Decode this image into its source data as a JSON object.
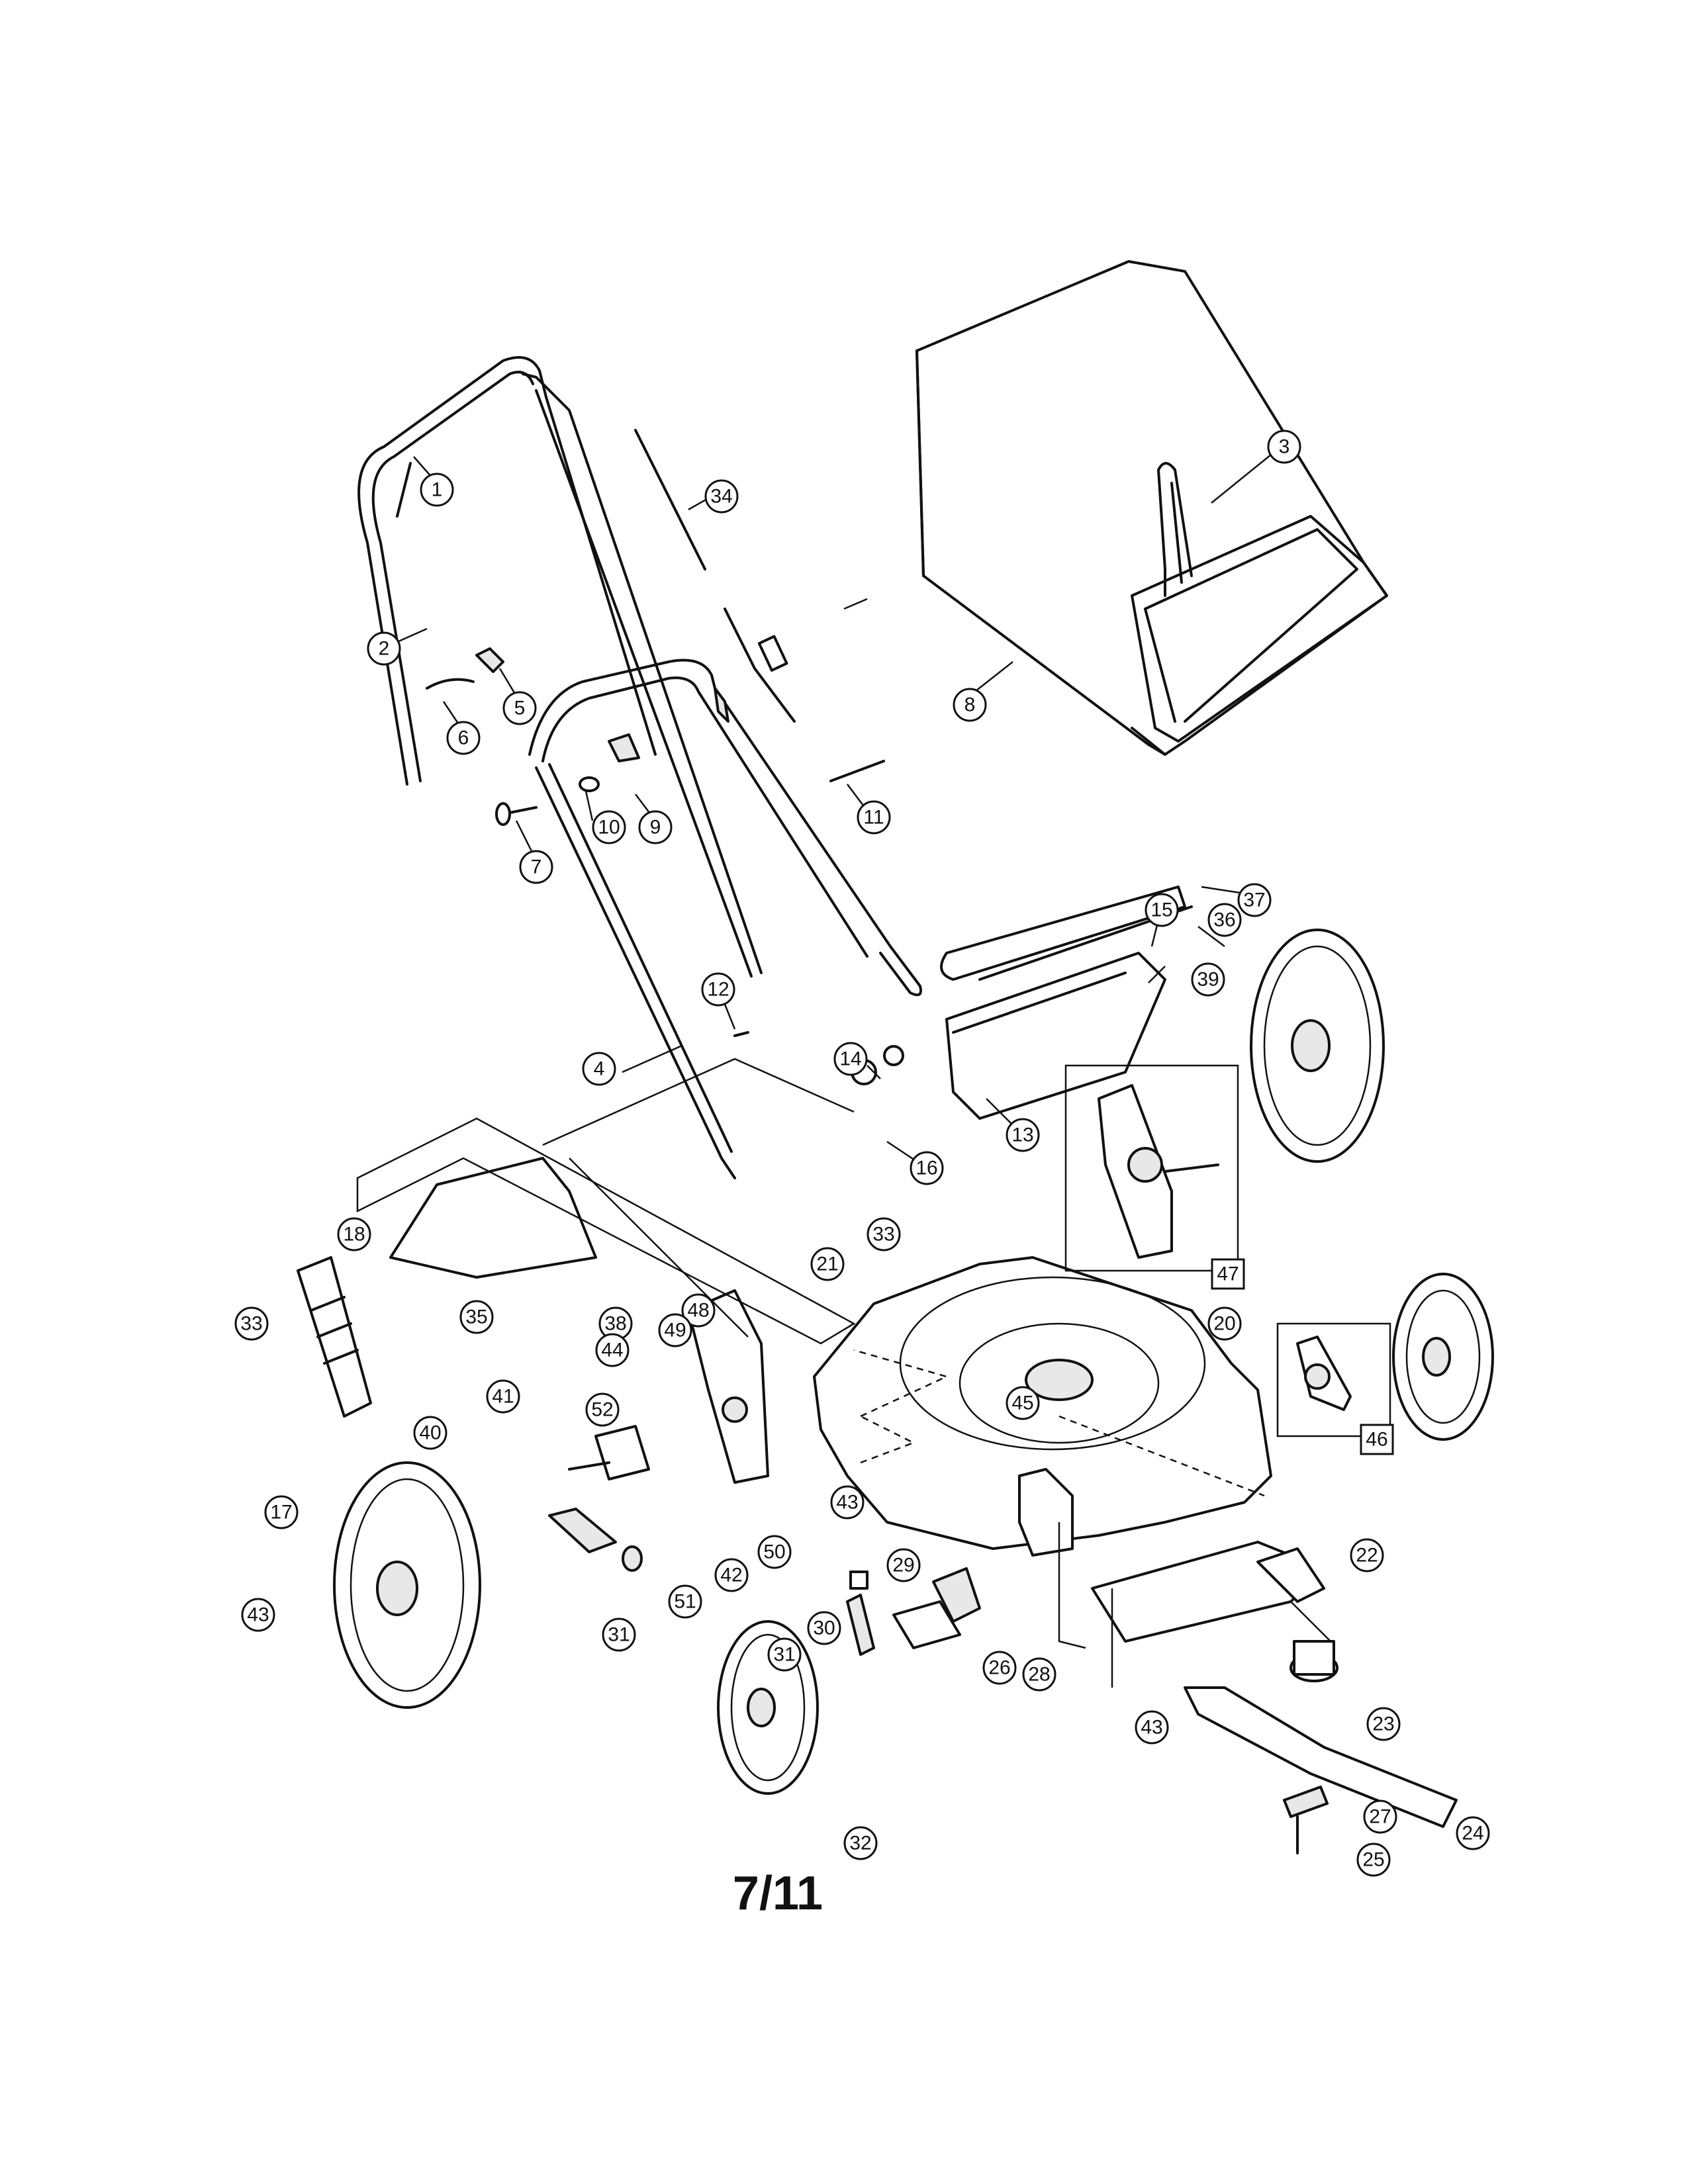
{
  "page_number": "7/11",
  "callouts": [
    {
      "id": "c1",
      "label": "1"
    },
    {
      "id": "c2",
      "label": "2"
    },
    {
      "id": "c3",
      "label": "3"
    },
    {
      "id": "c4",
      "label": "4"
    },
    {
      "id": "c5",
      "label": "5"
    },
    {
      "id": "c6",
      "label": "6"
    },
    {
      "id": "c7",
      "label": "7"
    },
    {
      "id": "c8",
      "label": "8"
    },
    {
      "id": "c9",
      "label": "9"
    },
    {
      "id": "c10",
      "label": "10"
    },
    {
      "id": "c11",
      "label": "11"
    },
    {
      "id": "c12",
      "label": "12"
    },
    {
      "id": "c13",
      "label": "13"
    },
    {
      "id": "c14",
      "label": "14"
    },
    {
      "id": "c15",
      "label": "15"
    },
    {
      "id": "c16",
      "label": "16"
    },
    {
      "id": "c17",
      "label": "17"
    },
    {
      "id": "c18",
      "label": "18"
    },
    {
      "id": "c20",
      "label": "20"
    },
    {
      "id": "c21",
      "label": "21"
    },
    {
      "id": "c22",
      "label": "22"
    },
    {
      "id": "c23",
      "label": "23"
    },
    {
      "id": "c24",
      "label": "24"
    },
    {
      "id": "c25",
      "label": "25"
    },
    {
      "id": "c26",
      "label": "26"
    },
    {
      "id": "c27",
      "label": "27"
    },
    {
      "id": "c28",
      "label": "28"
    },
    {
      "id": "c29",
      "label": "29"
    },
    {
      "id": "c30",
      "label": "30"
    },
    {
      "id": "c31a",
      "label": "31"
    },
    {
      "id": "c31b",
      "label": "31"
    },
    {
      "id": "c32",
      "label": "32"
    },
    {
      "id": "c33a",
      "label": "33"
    },
    {
      "id": "c33b",
      "label": "33"
    },
    {
      "id": "c34",
      "label": "34"
    },
    {
      "id": "c35",
      "label": "35"
    },
    {
      "id": "c36",
      "label": "36"
    },
    {
      "id": "c37",
      "label": "37"
    },
    {
      "id": "c38",
      "label": "38"
    },
    {
      "id": "c39",
      "label": "39"
    },
    {
      "id": "c40",
      "label": "40"
    },
    {
      "id": "c41",
      "label": "41"
    },
    {
      "id": "c42",
      "label": "42"
    },
    {
      "id": "c43a",
      "label": "43"
    },
    {
      "id": "c43b",
      "label": "43"
    },
    {
      "id": "c43c",
      "label": "43"
    },
    {
      "id": "c44",
      "label": "44"
    },
    {
      "id": "c45",
      "label": "45"
    },
    {
      "id": "c46",
      "label": "46"
    },
    {
      "id": "c47",
      "label": "47"
    },
    {
      "id": "c48",
      "label": "48"
    },
    {
      "id": "c49",
      "label": "49"
    },
    {
      "id": "c50",
      "label": "50"
    },
    {
      "id": "c51",
      "label": "51"
    },
    {
      "id": "c52",
      "label": "52"
    }
  ]
}
